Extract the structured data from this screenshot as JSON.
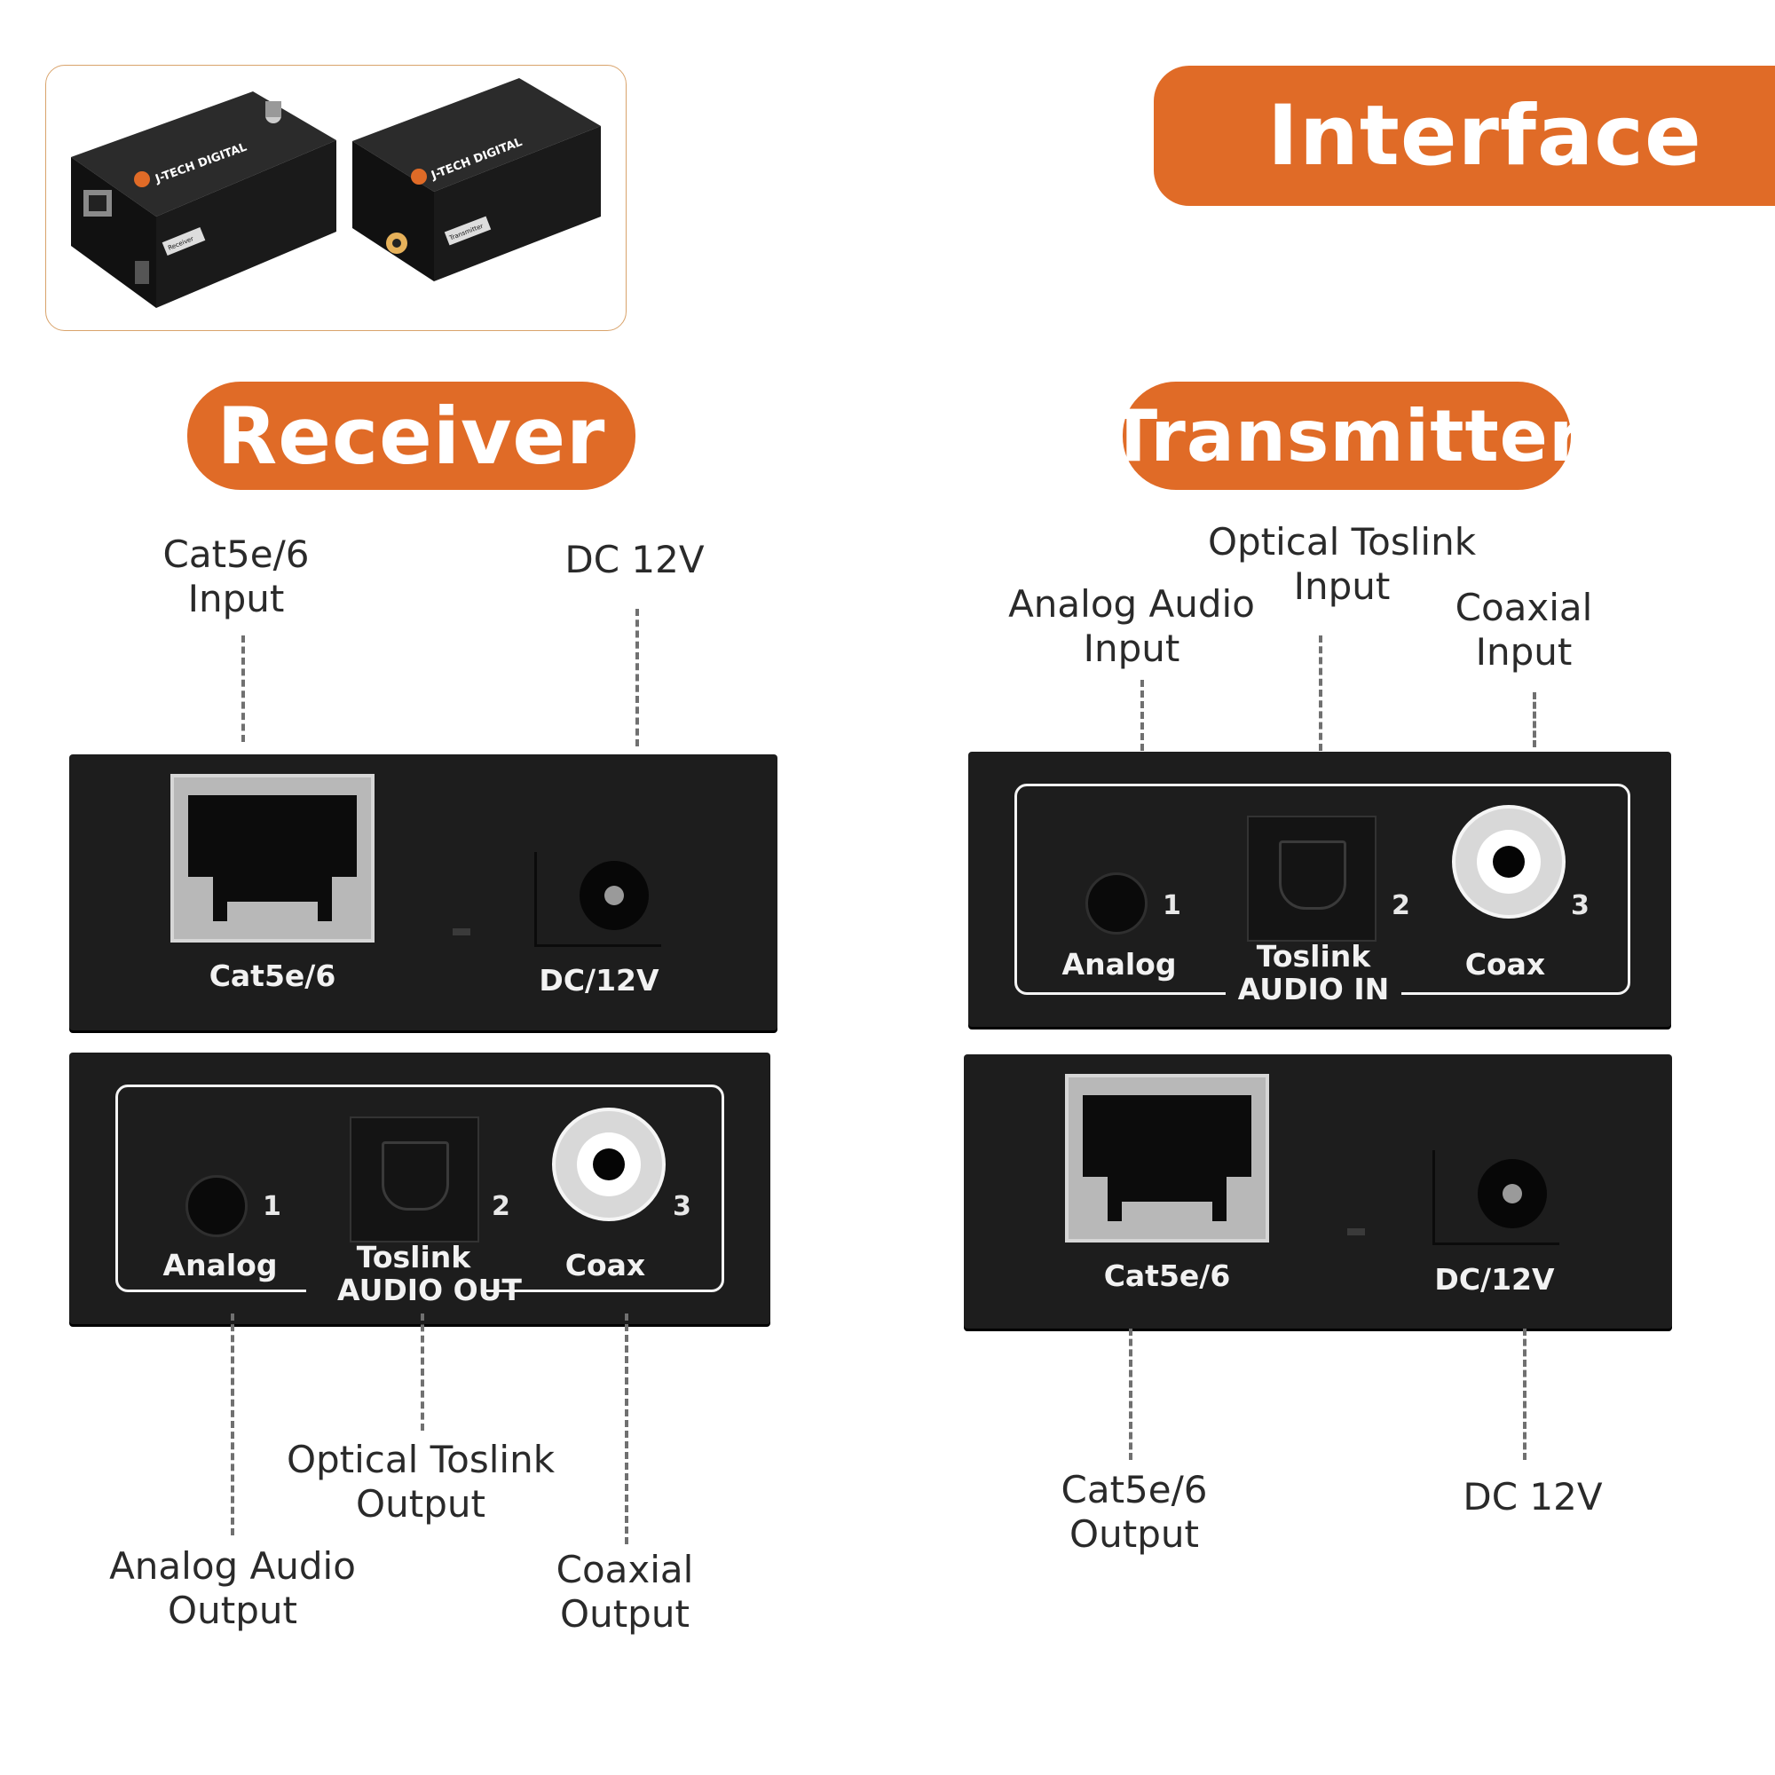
{
  "header": {
    "title": "Interface"
  },
  "thumbnail": {
    "brand": "J-TECH DIGITAL",
    "receiver_tag": "Receiver",
    "transmitter_tag": "Transmitter"
  },
  "receiver": {
    "title": "Receiver",
    "top_panel": {
      "rj45_label": "Cat5e/6",
      "dc_label": "DC/12V"
    },
    "bottom_panel": {
      "analog_label": "Analog",
      "analog_num": "1",
      "toslink_label": "Toslink",
      "toslink_num": "2",
      "coax_label": "Coax",
      "coax_num": "3",
      "group_label": "AUDIO OUT"
    },
    "callouts": {
      "cat_input": "Cat5e/6\nInput",
      "dc": "DC 12V",
      "analog_out": "Analog Audio\nOutput",
      "optical_out": "Optical Toslink\nOutput",
      "coax_out": "Coaxial\nOutput"
    }
  },
  "transmitter": {
    "title": "Transmitter",
    "top_panel": {
      "analog_label": "Analog",
      "analog_num": "1",
      "toslink_label": "Toslink",
      "toslink_num": "2",
      "coax_label": "Coax",
      "coax_num": "3",
      "group_label": "AUDIO IN"
    },
    "bottom_panel": {
      "rj45_label": "Cat5e/6",
      "dc_label": "DC/12V"
    },
    "callouts": {
      "analog_in": "Analog Audio\nInput",
      "optical_in": "Optical Toslink\nInput",
      "coax_in": "Coaxial\nInput",
      "cat_output": "Cat5e/6\nOutput",
      "dc": "DC 12V"
    }
  },
  "colors": {
    "accent": "#e06b27",
    "panel": "#1d1d1d",
    "label_text": "#2a2a2a"
  }
}
